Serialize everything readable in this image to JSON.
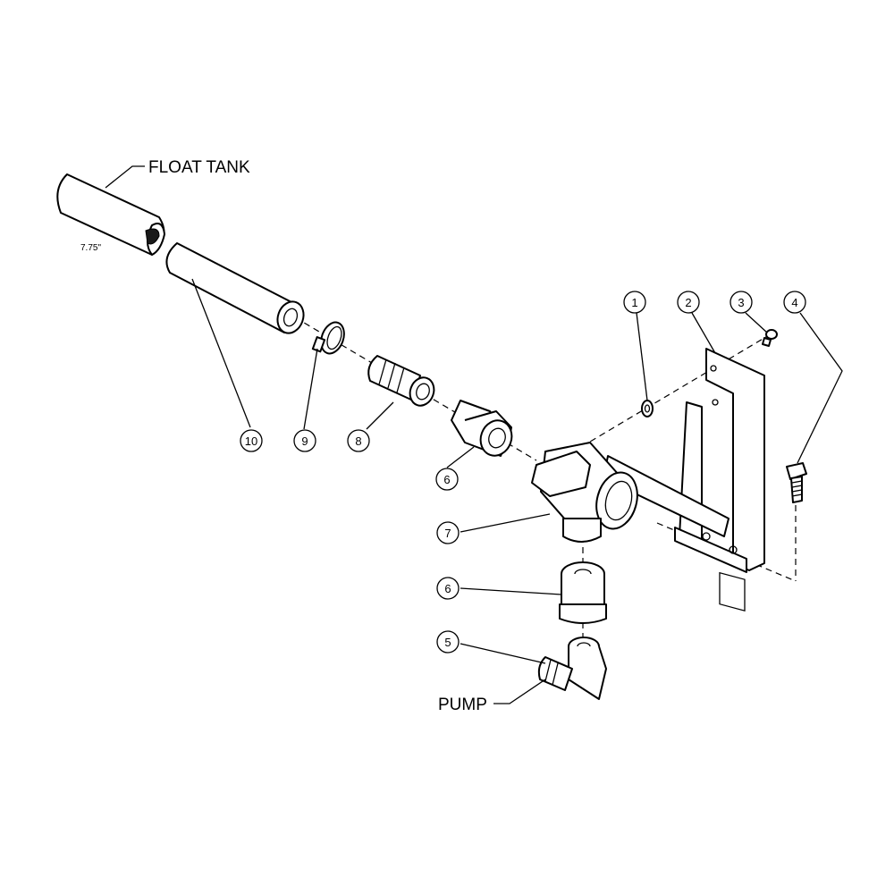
{
  "labels": {
    "float_tank": "FLOAT TANK",
    "pump": "PUMP",
    "length": "7.75\""
  },
  "callouts": {
    "c1": "1",
    "c2": "2",
    "c3": "3",
    "c4": "4",
    "c5": "5",
    "c6a": "6",
    "c6b": "6",
    "c7": "7",
    "c8": "8",
    "c9": "9",
    "c10": "10"
  },
  "colors": {
    "line": "#000000",
    "background": "#ffffff"
  }
}
